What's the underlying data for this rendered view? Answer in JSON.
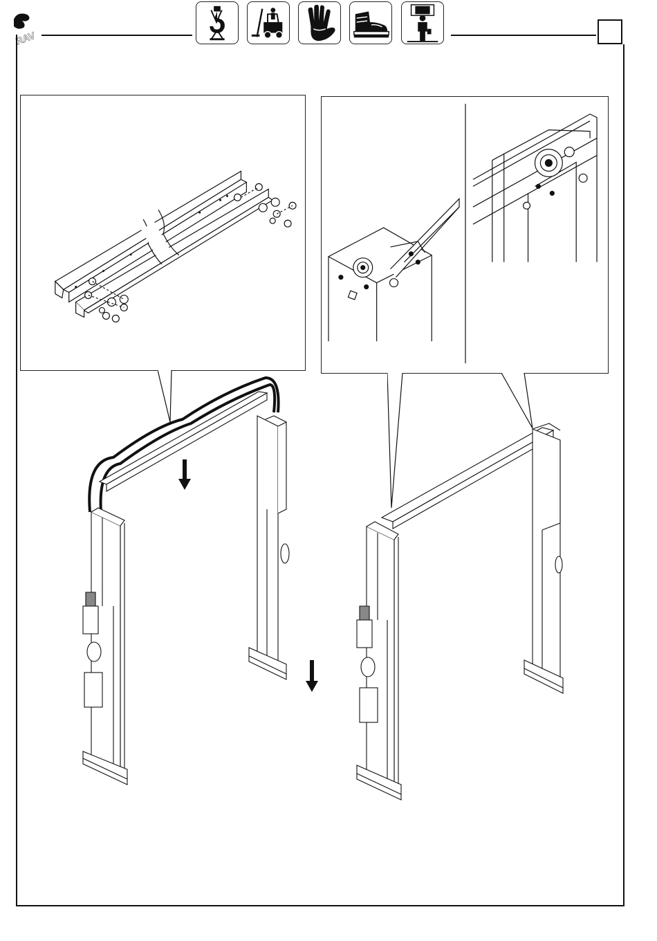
{
  "header": {
    "brand": "RAV",
    "page_number": "",
    "icons": [
      {
        "name": "crane-hook-icon"
      },
      {
        "name": "forklift-icon"
      },
      {
        "name": "protective-gloves-icon"
      },
      {
        "name": "safety-shoes-icon"
      },
      {
        "name": "operator-person-icon"
      }
    ]
  },
  "figures": {
    "left_detail": "crossbeam-bolt-assembly",
    "right_detail": "column-top-pulley-assembly",
    "left_lift": "lift-with-hoses-being-lowered",
    "right_lift": "assembled-two-post-lift"
  },
  "colors": {
    "line": "#111111",
    "paper": "#ffffff",
    "shade": "#d9d9d9"
  }
}
